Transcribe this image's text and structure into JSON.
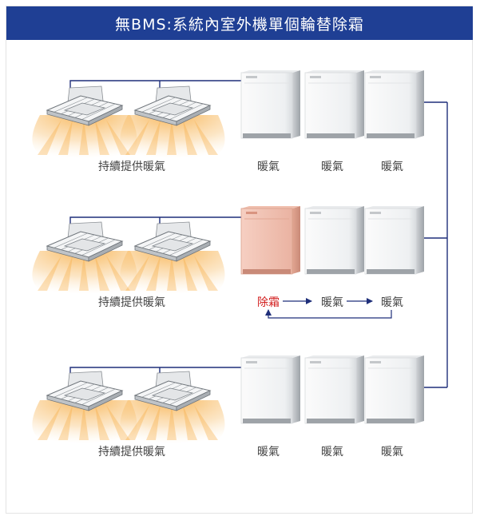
{
  "title": "無BMS:系統內室外機單個輪替除霜",
  "rows": [
    {
      "indoor_label": "持續提供暖氣",
      "outdoor_labels": [
        "暖氣",
        "暖氣",
        "暖氣"
      ],
      "defrosting": false
    },
    {
      "indoor_label": "持續提供暖氣",
      "outdoor_labels": [
        "除霜",
        "暖氣",
        "暖氣"
      ],
      "defrosting": true
    },
    {
      "indoor_label": "持續提供暖氣",
      "outdoor_labels": [
        "暖氣",
        "暖氣",
        "暖氣"
      ],
      "defrosting": false
    }
  ],
  "colors": {
    "header_bg": "#1f3f94",
    "pipe": "#1f2f7a",
    "defrost_text": "#d21d1d",
    "defrost_unit": "#f2c3b4",
    "warm_glow": "#f7b55a"
  }
}
